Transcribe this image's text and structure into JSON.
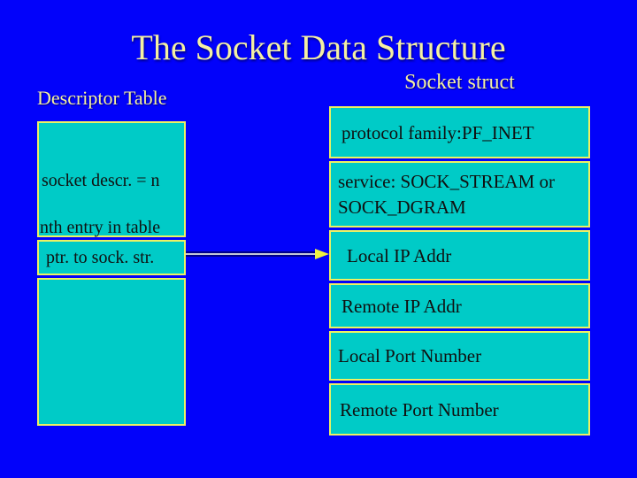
{
  "slide": {
    "title": "The Socket Data Structure",
    "left_label": "Descriptor Table",
    "right_label": "Socket struct"
  },
  "descriptor_table": {
    "entry_line1": "socket descr. = n",
    "entry_line2": "nth entry in table",
    "pointer_label": "ptr. to sock. str."
  },
  "socket_struct": {
    "cells": [
      "protocol family:PF_INET",
      "service: SOCK_STREAM or SOCK_DGRAM",
      "Local IP Addr",
      "Remote IP Addr",
      "Local Port Number",
      "Remote Port Number"
    ]
  },
  "colors": {
    "background": "#0202fa",
    "box_fill": "#00cbc7",
    "box_border": "#edf163",
    "heading_text": "#f4f0a2",
    "body_text": "#101010",
    "arrow_line": "#c2c6d8",
    "arrow_head": "#eef23f"
  }
}
